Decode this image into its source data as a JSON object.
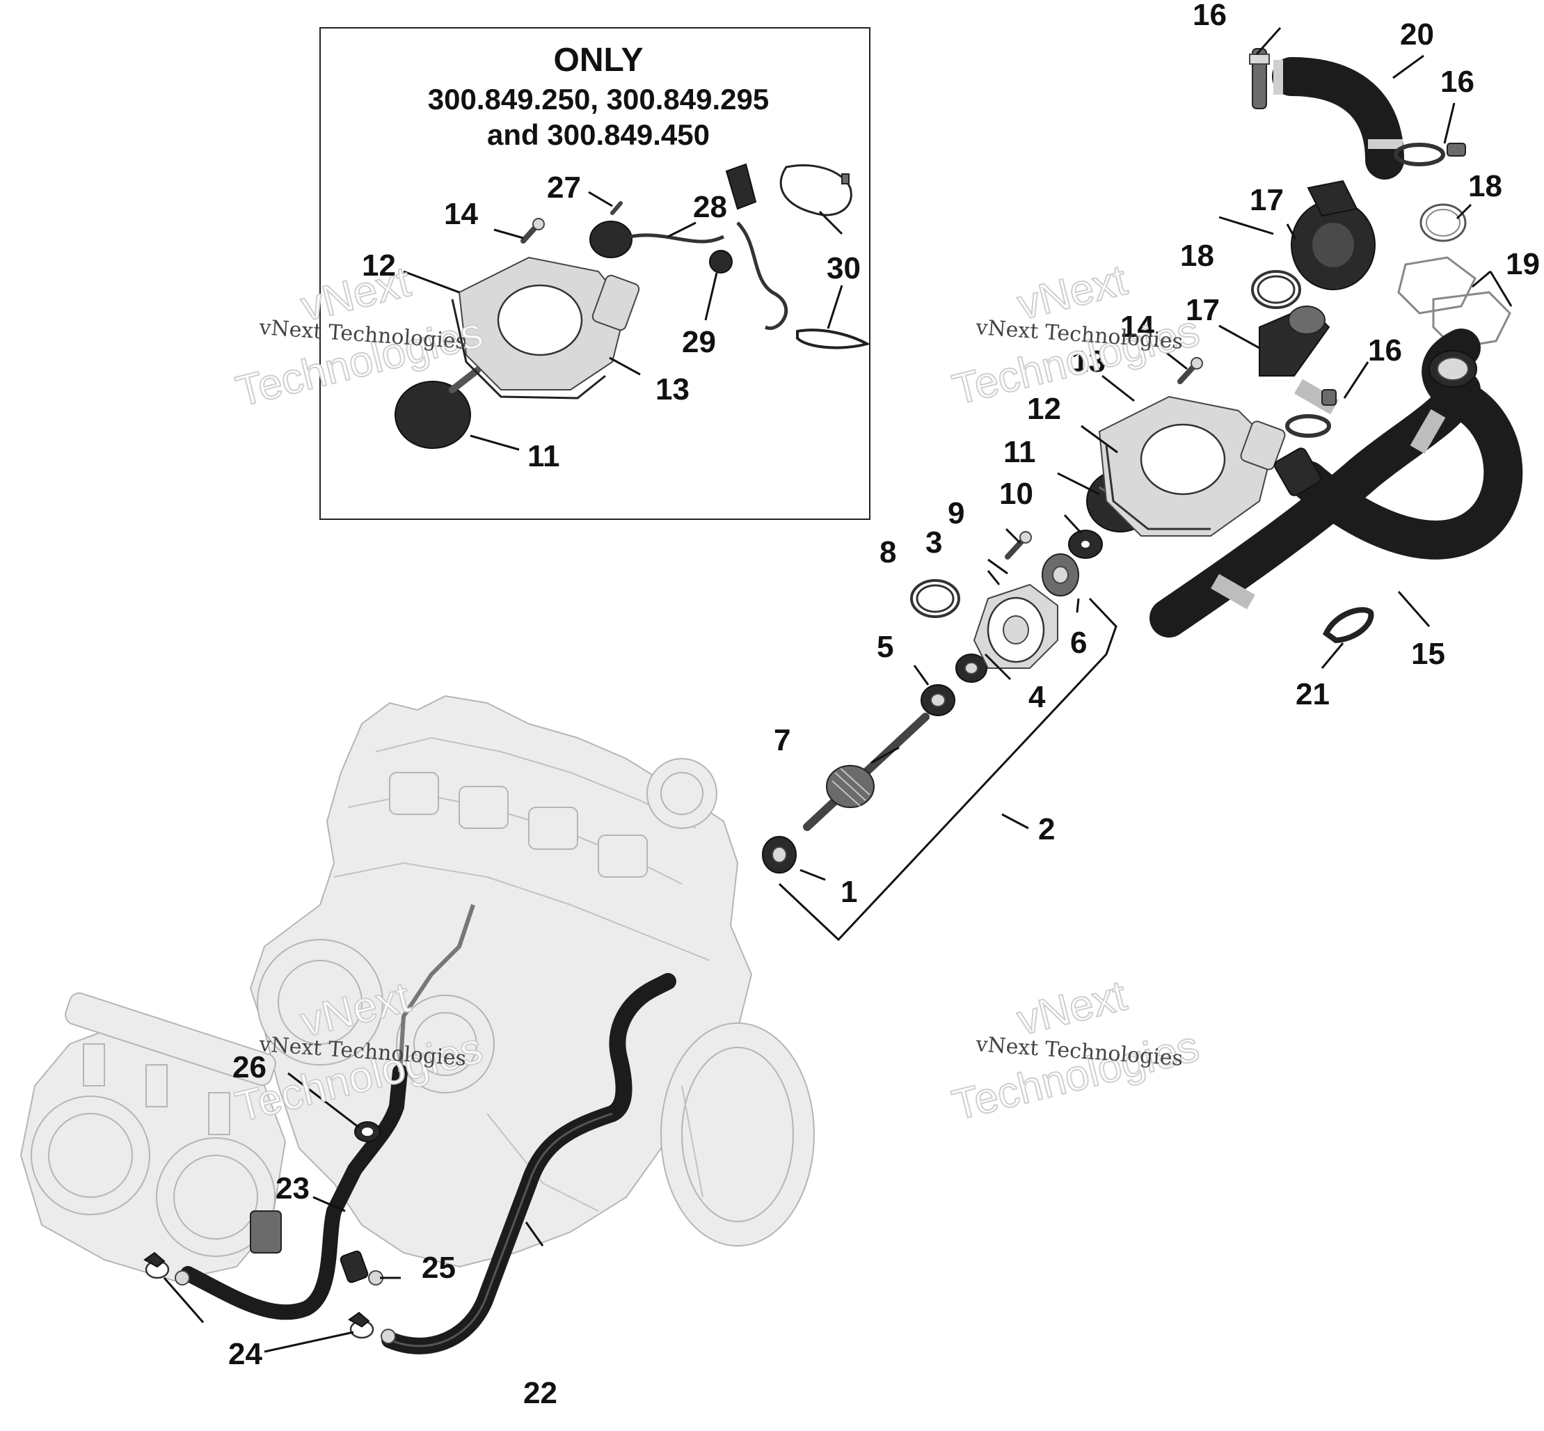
{
  "inset": {
    "title": "ONLY",
    "line1": "300.849.250, 300.849.295",
    "line2": "and 300.849.450"
  },
  "watermark": {
    "line1": "vNext",
    "line2": "Technologies",
    "caption": "vNext Technologies"
  },
  "callouts": {
    "c1": "1",
    "c2": "2",
    "c3": "3",
    "c4": "4",
    "c5": "5",
    "c6": "6",
    "c7": "7",
    "c8": "8",
    "c9": "9",
    "c10": "10",
    "c11": "11",
    "c12": "12",
    "c13": "13",
    "c14": "14",
    "c15": "15",
    "c16": "16",
    "c17": "17",
    "c18": "18",
    "c19": "19",
    "c20": "20",
    "c21": "21",
    "c22": "22",
    "c23": "23",
    "c24": "24",
    "c25": "25",
    "c26": "26",
    "c27": "27",
    "c28": "28",
    "c29": "29",
    "c30": "30"
  }
}
